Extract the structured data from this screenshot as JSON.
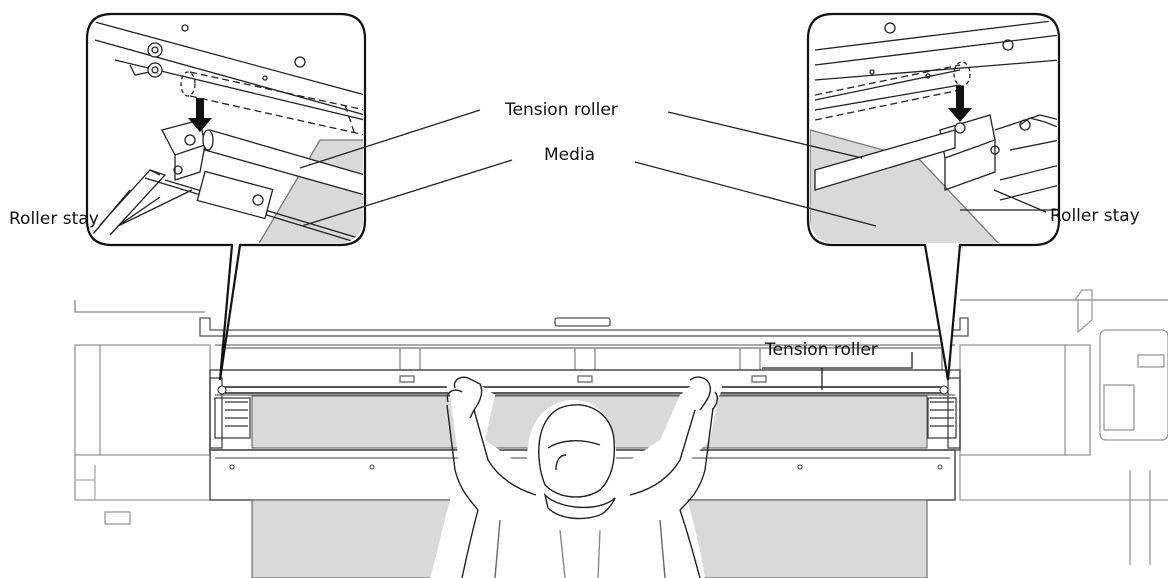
{
  "labels": {
    "tension_roller_callout": "Tension roller",
    "media_callout": "Media",
    "roller_stay_left": "Roller stay",
    "roller_stay_right": "Roller stay",
    "tension_roller_main": "Tension roller"
  },
  "colors": {
    "media_fill": "#d9d9d9",
    "line": "#222222",
    "arrow": "#111111",
    "paper": "#ffffff"
  }
}
